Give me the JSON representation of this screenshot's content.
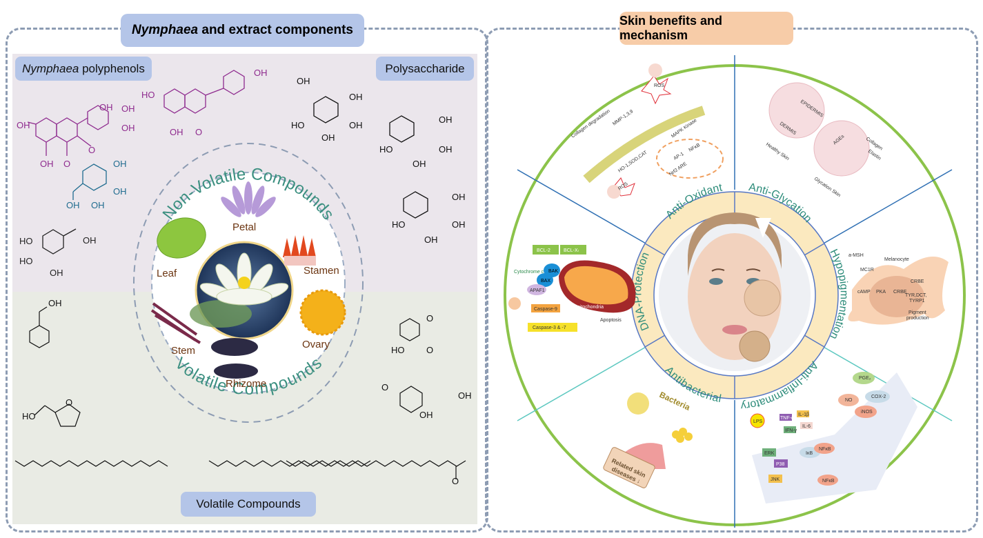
{
  "left_panel": {
    "title_italic": "Nymphaea",
    "title_rest": " and extract components",
    "polyphenols_tag_italic": "Nymphaea",
    "polyphenols_tag_rest": " polyphenols",
    "polysaccharide_tag": "Polysaccharide",
    "volatile_tag": "Volatile Compounds",
    "ring_top_text": "Non-Volatile Compounds",
    "ring_bottom_text": "Volatile Compounds",
    "plant_parts": [
      "Petal",
      "Leaf",
      "Stamen",
      "Stem",
      "Ovary",
      "Rhizome"
    ],
    "chem_labels": {
      "oh": "OH",
      "ho": "HO",
      "o": "O"
    }
  },
  "right_panel": {
    "title": "Skin benefits and mechanism",
    "ring_labels": [
      "Anti-Oxidant",
      "Anti-Glycation",
      "Hypopigmentation",
      "Anti-Inflammatory",
      "Antibacterial",
      "DNA-Protection"
    ],
    "antioxidant": {
      "labels": [
        "ROS",
        "MMP-1,3,9",
        "Collagen degradation",
        "MAPK Kinase",
        "AP-1",
        "NFκB",
        "Nrf2 ARE",
        "HO-1,SOD,CAT",
        "ROS"
      ]
    },
    "antiglycation": {
      "labels": [
        "EPIDERMIS",
        "DERMIS",
        "Healthy Skin",
        "AGEs",
        "Collagen",
        "Elastin",
        "Glycation Skin"
      ]
    },
    "hypopigmentation": {
      "labels": [
        "a-MSH",
        "MC1R",
        "Melanocyte",
        "cAMP",
        "PKA",
        "CRBE",
        "CRBE",
        "TYR,DCT,",
        "TYRP1",
        "Pigment",
        "production"
      ]
    },
    "antiinflammatory": {
      "labels": [
        "PGE₂",
        "NO",
        "COX-2",
        "iNOS",
        "TNF-α",
        "IL-1β",
        "IL-6",
        "IFN-γ",
        "LPS",
        "ERK",
        "P38",
        "JNK",
        "IκB",
        "NFκB",
        "NFκB"
      ]
    },
    "antibacterial": {
      "labels": [
        "Bacteria",
        "Related skin",
        "diseases ↓"
      ]
    },
    "dnaprotection": {
      "labels": [
        "BCL-2",
        "BCL-Xₗ",
        "Cytochrome c",
        "BAK",
        "BAX",
        "APAF1",
        "mitochondria",
        "Caspase-9",
        "Caspase-3 & -7",
        "Apoptosis"
      ]
    }
  }
}
